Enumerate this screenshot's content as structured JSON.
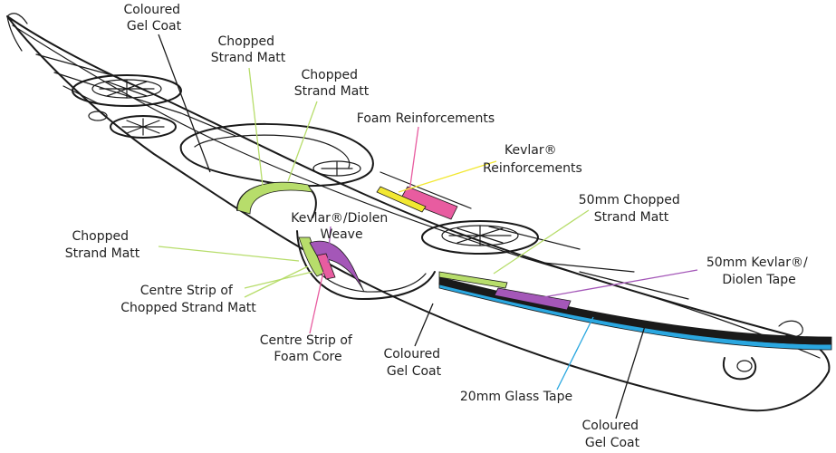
{
  "labels": {
    "gel_coat_top": [
      "Coloured",
      "Gel Coat"
    ],
    "chopped_1": [
      "Chopped",
      "Strand Matt"
    ],
    "chopped_2": [
      "Chopped",
      "Strand Matt"
    ],
    "foam_reinf": [
      "Foam Reinforcements"
    ],
    "kevlar_reinf": [
      "Kevlar®",
      "Reinforcements"
    ],
    "kevlar_diolen_weave": [
      "Kevlar®/Diolen",
      "Weave"
    ],
    "chopped_left": [
      "Chopped",
      "Strand Matt"
    ],
    "centre_strip_csm": [
      "Centre Strip of",
      "Chopped Strand Matt"
    ],
    "centre_strip_foam": [
      "Centre Strip of",
      "Foam Core"
    ],
    "gel_coat_mid": [
      "Coloured",
      "Gel Coat"
    ],
    "csm_50mm": [
      "50mm Chopped",
      "Strand Matt"
    ],
    "kevlar_tape_50mm": [
      "50mm Kevlar®/",
      "Diolen Tape"
    ],
    "glass_tape_20mm": [
      "20mm Glass Tape"
    ],
    "gel_coat_bottom": [
      "Coloured",
      "Gel Coat"
    ]
  },
  "colors": {
    "chopped_strand_matt": "#b7dd6b",
    "foam": "#e85ca0",
    "kevlar": "#f2e832",
    "kevlar_diolen": "#a457b8",
    "glass_tape": "#2aa7e0",
    "gel_coat": "#1a1a1a"
  }
}
